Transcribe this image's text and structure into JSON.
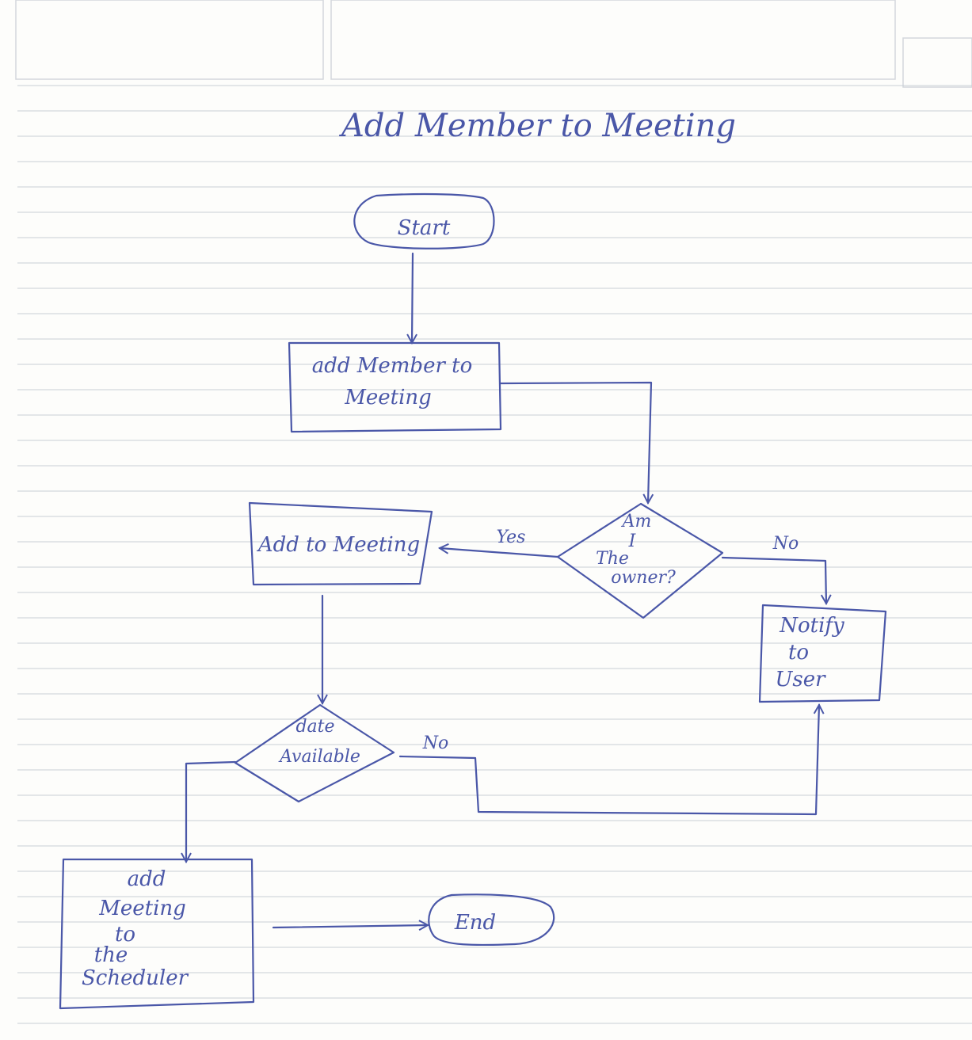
{
  "title": "Add Member to Meeting",
  "nodes": {
    "start": "Start",
    "add_member": [
      "add Member to",
      "Meeting"
    ],
    "owner_check": [
      "Am",
      "I",
      "The",
      "owner?"
    ],
    "add_to_meeting": "Add to Meeting",
    "notify": [
      "Notify",
      "to",
      "User"
    ],
    "date_available": [
      "date",
      "Available"
    ],
    "add_schedule": [
      "add",
      "Meeting",
      "to",
      "the",
      "Scheduler"
    ],
    "end": "End"
  },
  "edges": {
    "yes": "Yes",
    "no_owner": "No",
    "no_date": "No"
  },
  "colors": {
    "ink": "#4a57a8",
    "paper": "#fdfdfb",
    "rules": "#c9cfd6"
  }
}
